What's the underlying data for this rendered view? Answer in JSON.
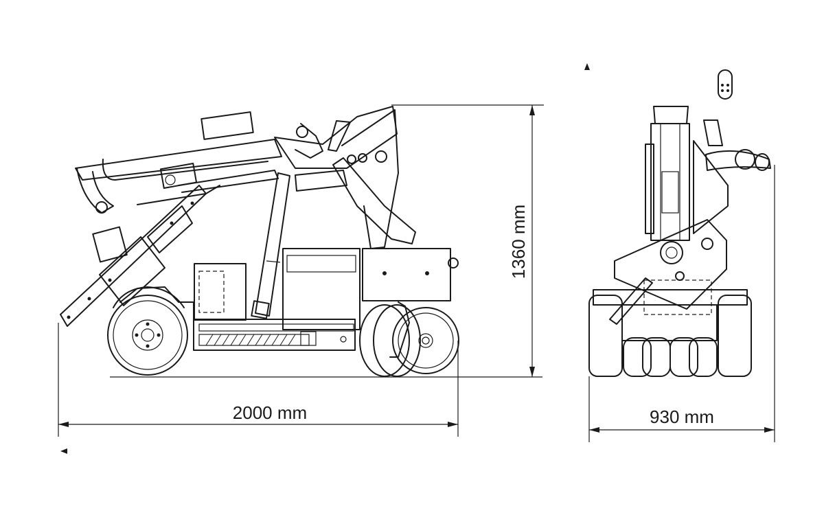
{
  "drawing": {
    "dimensions": {
      "length": "2000 mm",
      "height": "1360 mm",
      "width": "930 mm"
    },
    "line_color": "#1a1a1a",
    "background_color": "#ffffff"
  }
}
